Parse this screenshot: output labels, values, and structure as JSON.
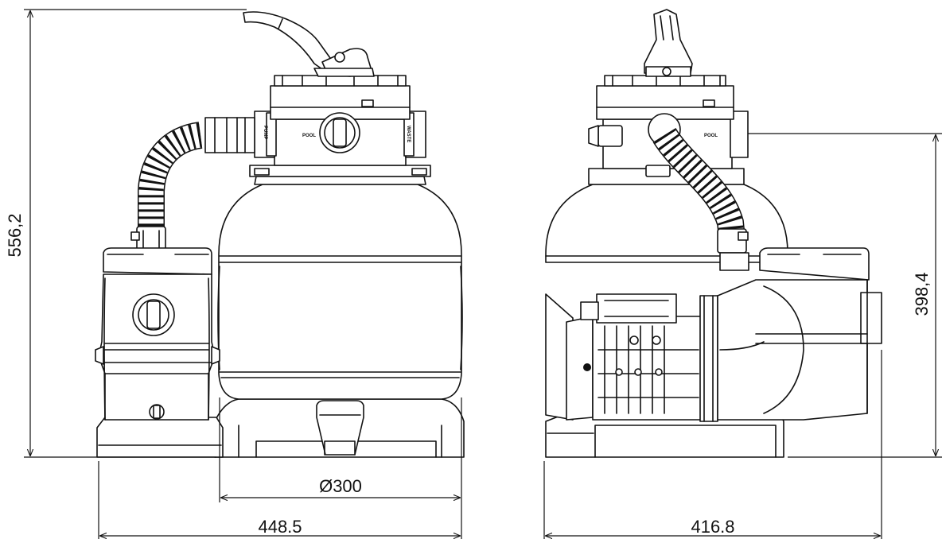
{
  "dimensions": {
    "height_left": "556,2",
    "height_right": "398,4",
    "tank_diameter": "Ø300",
    "width_front": "448.5",
    "width_side": "416.8"
  },
  "valve_labels": {
    "pump": "PUMP",
    "pool": "POOL",
    "waste": "WASTE"
  }
}
